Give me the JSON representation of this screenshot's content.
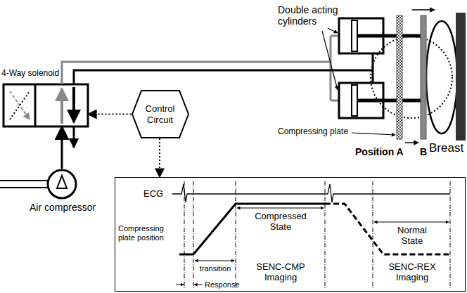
{
  "diagram": {
    "nodes": [
      {
        "text": [
          "4-Way solenoid"
        ]
      },
      {
        "text": [
          "Control Circuit"
        ]
      },
      {
        "text": [
          "Air compressor"
        ]
      },
      {
        "text": [
          "ECG",
          "Compressing plate position",
          "transition",
          "Compressed State",
          "SENC-CMP Imaging",
          "Normal State",
          "SENC-REX Imaging",
          "Response"
        ]
      }
    ],
    "edges": [
      {
        "from": 1,
        "to": 0,
        "arrow": "to"
      },
      {
        "from": 1,
        "to": 3,
        "arrow": "to"
      },
      {
        "from": 2,
        "to": 0,
        "arrow": "to"
      }
    ],
    "labels": [
      "Double acting cylinders",
      "Compressing plate",
      "Position A",
      "B",
      "Breast"
    ]
  }
}
